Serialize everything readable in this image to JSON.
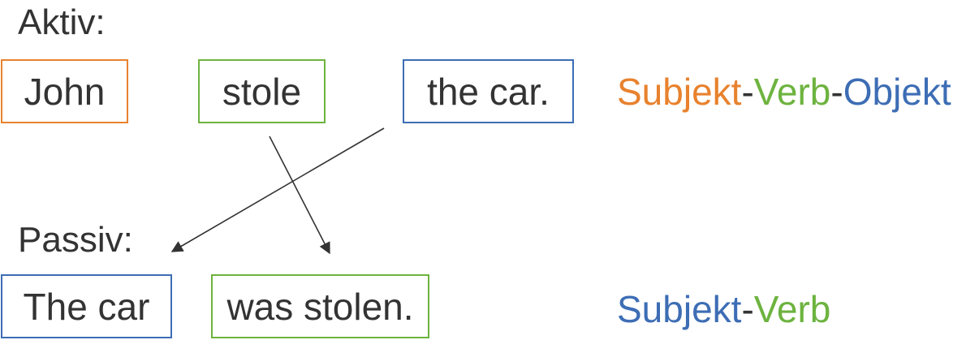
{
  "colors": {
    "subject": "#e8822e",
    "verb": "#6db33f",
    "object": "#3d6db5",
    "text": "#333333",
    "arrow": "#333333"
  },
  "active": {
    "label": "Aktiv:",
    "words": [
      {
        "text": "John",
        "role": "subject"
      },
      {
        "text": "stole",
        "role": "verb"
      },
      {
        "text": "the car.",
        "role": "object"
      }
    ],
    "legend": [
      {
        "text": "Subjekt",
        "role": "subject"
      },
      {
        "text": "-",
        "role": "text"
      },
      {
        "text": "Verb",
        "role": "verb"
      },
      {
        "text": "-",
        "role": "text"
      },
      {
        "text": "Objekt",
        "role": "object"
      }
    ]
  },
  "passive": {
    "label": "Passiv:",
    "words": [
      {
        "text": "The car",
        "role": "object"
      },
      {
        "text": "was stolen.",
        "role": "verb"
      }
    ],
    "legend": [
      {
        "text": "Subjekt",
        "role": "object"
      },
      {
        "text": "-",
        "role": "text"
      },
      {
        "text": "Verb",
        "role": "verb"
      }
    ]
  }
}
